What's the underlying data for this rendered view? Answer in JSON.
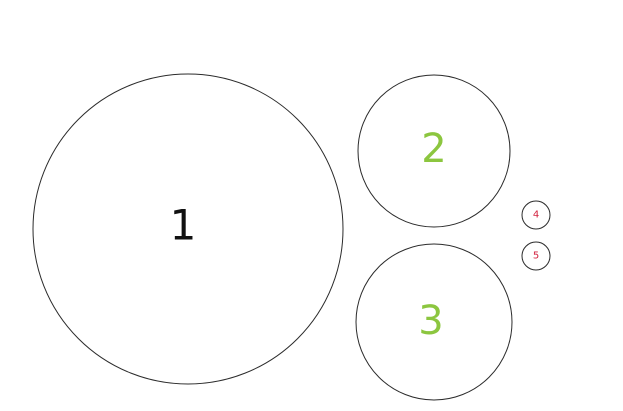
{
  "palette": {
    "black": "#111111",
    "green": "#8cc63f",
    "red": "#d2223f"
  },
  "circles": [
    {
      "id": "1",
      "label": "1",
      "color_key": "black"
    },
    {
      "id": "2",
      "label": "2",
      "color_key": "green"
    },
    {
      "id": "3",
      "label": "3",
      "color_key": "green"
    },
    {
      "id": "4",
      "label": "4",
      "color_key": "red"
    },
    {
      "id": "5",
      "label": "5",
      "color_key": "red"
    }
  ]
}
